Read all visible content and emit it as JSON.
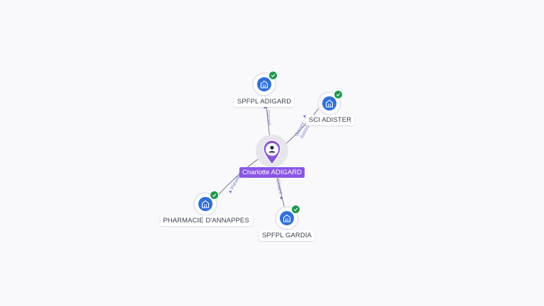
{
  "graph": {
    "center": {
      "name": "Charlotte ADIGARD",
      "icon": "person-icon",
      "pin_color": "#8b56e6"
    },
    "companies": [
      {
        "name": "SPFPL ADIGARD",
        "icon": "building-icon",
        "verified": true
      },
      {
        "name": "SCI ADISTER",
        "icon": "building-icon",
        "verified": true
      },
      {
        "name": "PHARMACIE D'ANNAPPES",
        "icon": "building-icon",
        "verified": true
      },
      {
        "name": "SPFPL GARDIA",
        "icon": "building-icon",
        "verified": true
      }
    ],
    "relations": [
      {
        "role": "Gérant"
      },
      {
        "role": "Gérant",
        "role2": "Associé"
      },
      {
        "role": "Président"
      },
      {
        "role": "Gérant"
      }
    ]
  },
  "colors": {
    "company_icon": "#2f6fe0",
    "verified_badge": "#1e9a4a",
    "edge": "#5a5d6b",
    "edge_label": "#7c7fd6"
  }
}
